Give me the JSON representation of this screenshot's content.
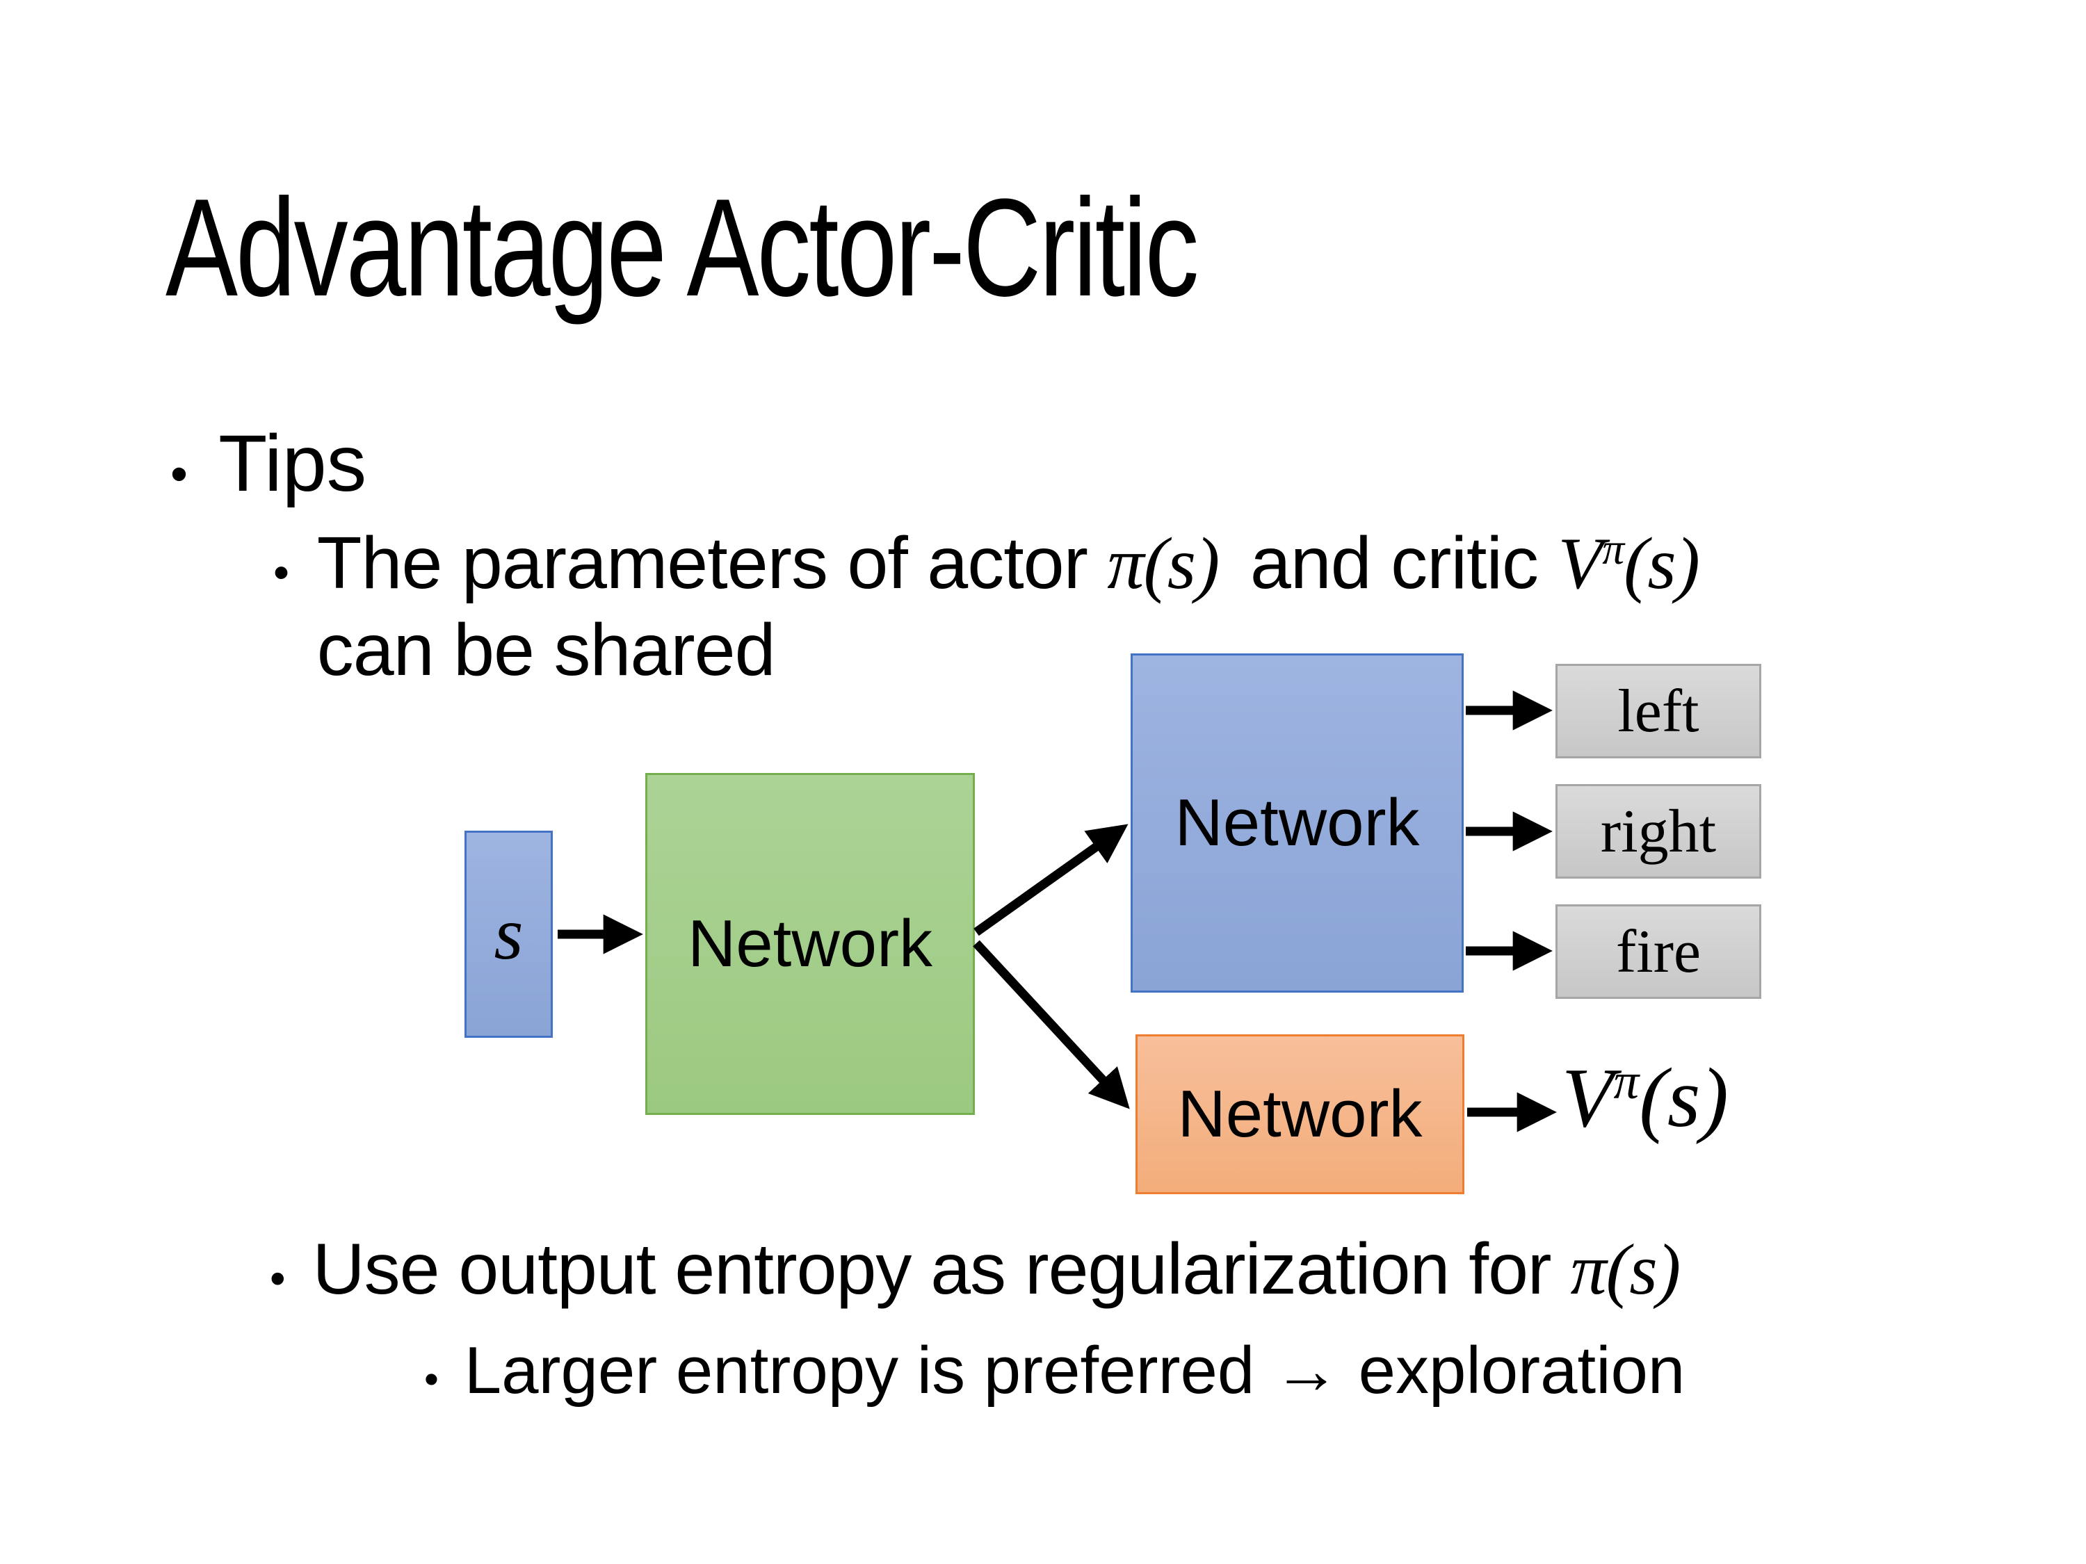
{
  "slide": {
    "title": "Advantage Actor-Critic",
    "background": "#FFFFFF",
    "text_color": "#000000",
    "bullet_char": "•",
    "bullets": {
      "tips": "Tips",
      "param": {
        "before": "The parameters of actor ",
        "pi": "π(s)",
        "mid": "and critic ",
        "v": "V",
        "v_sup": "π",
        "v_args": "(s)",
        "line2": "can be shared"
      },
      "entropy": {
        "before": "Use output entropy as regularization for ",
        "pi": "π(s)"
      },
      "larger": "Larger entropy is preferred → exploration"
    }
  },
  "diagram": {
    "input_label": "s",
    "shared_network_label": "Network",
    "actor_network_label": "Network",
    "critic_network_label": "Network",
    "action_labels": [
      "left",
      "right",
      "fire"
    ],
    "critic_output": {
      "v": "V",
      "sup": "π",
      "args": "(s)"
    },
    "colors": {
      "state_fill": "#8FAADC",
      "state_border": "#4472C4",
      "shared_fill": "#A9D18E",
      "shared_border": "#70AD47",
      "actor_fill": "#8FAADC",
      "actor_border": "#4472C4",
      "critic_fill": "#F4B183",
      "critic_border": "#ED7D31",
      "action_fill": "#D2D2D2",
      "action_border": "#A6A6A6",
      "arrow": "#000000"
    }
  }
}
